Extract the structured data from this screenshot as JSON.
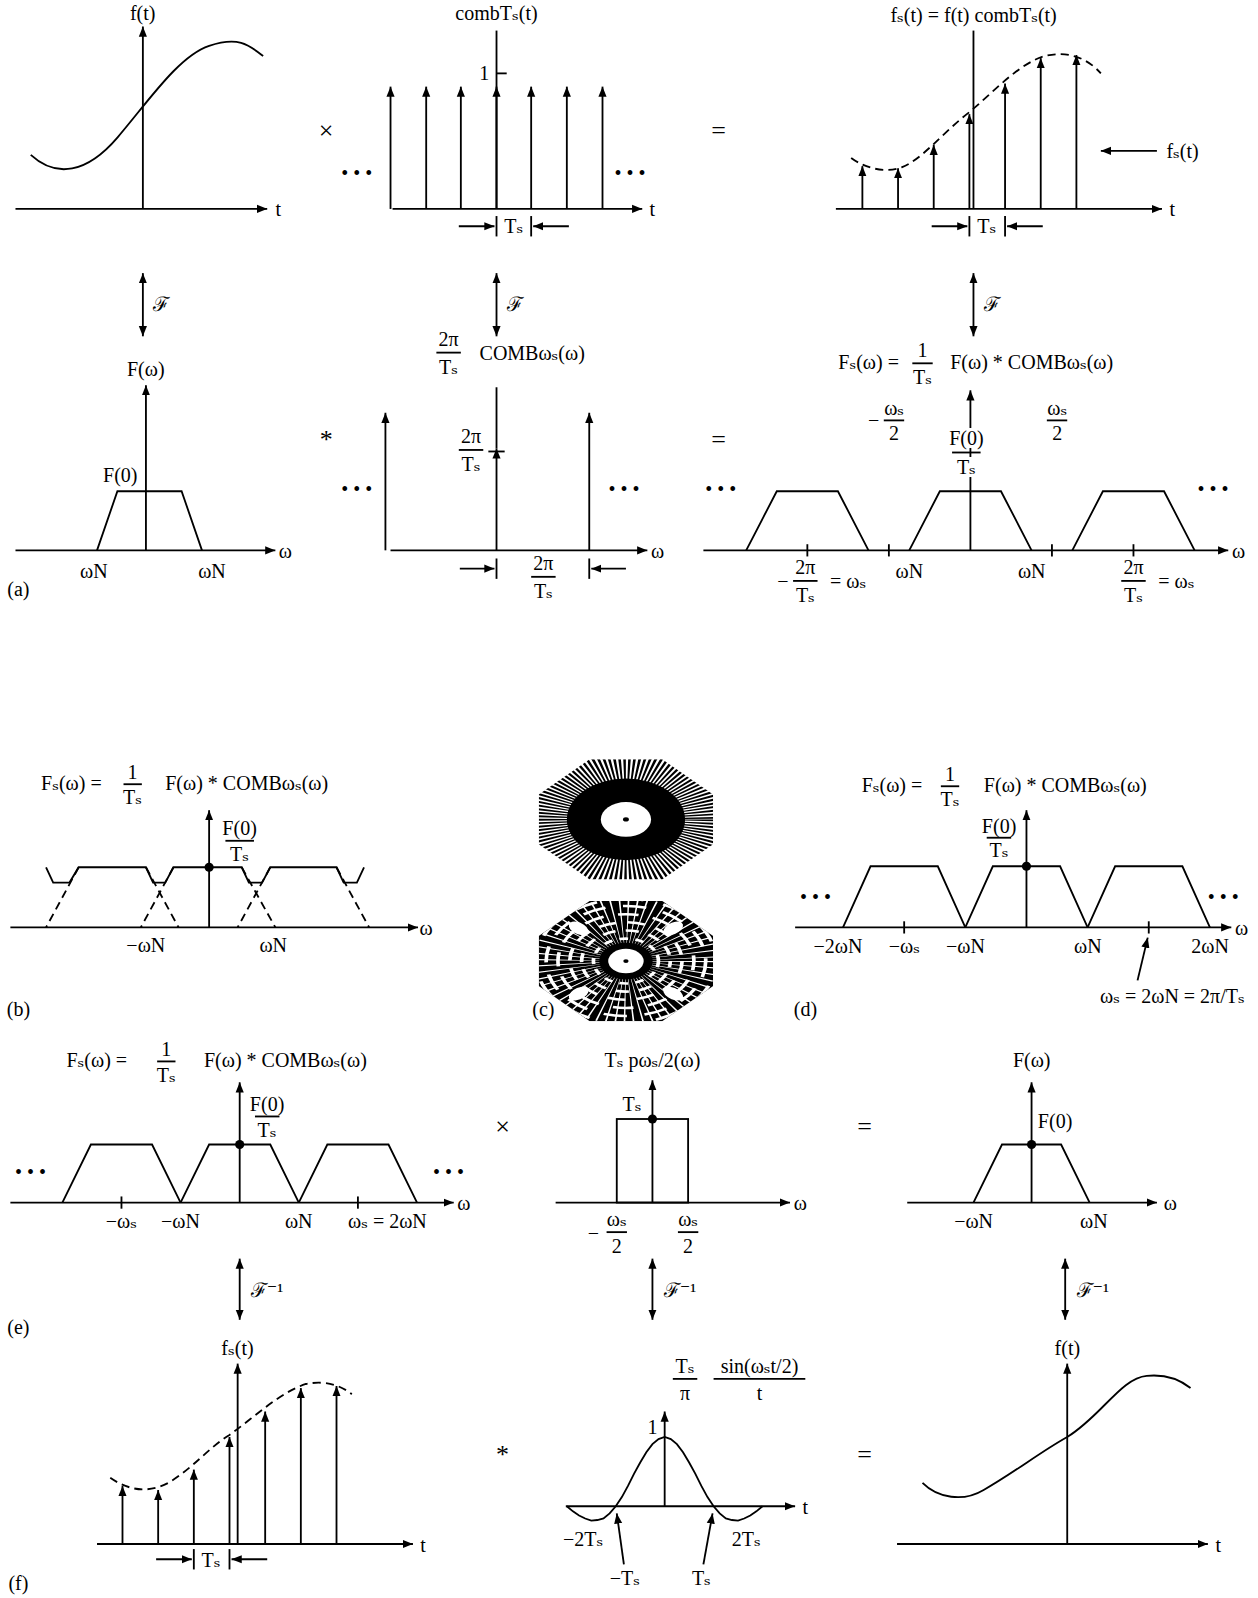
{
  "diagram": {
    "labels": [
      "f(t)",
      "t",
      "×",
      "combTₛ(t)",
      "1",
      "• • •",
      "• • •",
      "t",
      "Tₛ",
      "=",
      "fₛ(t) = f(t) combTₛ(t)",
      "fₛ(t)",
      "t",
      "Tₛ",
      "ℱ",
      "ℱ",
      "ℱ",
      "F(ω)",
      "F(0)",
      "ω",
      "ωN",
      "ωN",
      "*",
      "2π",
      "Tₛ",
      "COMBωₛ(ω)",
      "2π",
      "Tₛ",
      "• • •",
      "• • •",
      "ω",
      "2π",
      "Tₛ",
      "=",
      "Fₛ(ω) =",
      "1",
      "Tₛ",
      "F(ω) * COMBωₛ(ω)",
      "F(0)",
      "Tₛ",
      "• • •",
      "• • •",
      "ω",
      "−",
      "ωₛ",
      "2",
      "ωₛ",
      "2",
      "ωN",
      "ωN",
      "−",
      "2π",
      "Tₛ",
      "= ωₛ",
      "2π",
      "Tₛ",
      "= ωₛ",
      "(a)",
      "Fₛ(ω) =",
      "1",
      "Tₛ",
      "F(ω) * COMBωₛ(ω)",
      "F(0)",
      "Tₛ",
      "ω",
      "−ωN",
      "ωN",
      "(b)",
      "(c)",
      "Fₛ(ω) =",
      "1",
      "Tₛ",
      "F(ω) * COMBωₛ(ω)",
      "F(0)",
      "Tₛ",
      "• • •",
      "• • •",
      "ω",
      "−2ωN",
      "−ωₛ",
      "−ωN",
      "ωN",
      "2ωN",
      "ωₛ = 2ωN = 2π/Tₛ",
      "(d)",
      "Fₛ(ω) =",
      "1",
      "Tₛ",
      "F(ω) * COMBωₛ(ω)",
      "F(0)",
      "Tₛ",
      "• • •",
      "• • •",
      "ω",
      "−ωₛ",
      "−ωN",
      "ωN",
      "ωₛ = 2ωN",
      "(e)",
      "×",
      "Tₛ pωₛ/2(ω)",
      "Tₛ",
      "ω",
      "−",
      "ωₛ",
      "2",
      "ωₛ",
      "2",
      "=",
      "F(ω)",
      "F(0)",
      "ω",
      "−ωN",
      "ωN",
      "ℱ⁻¹",
      "ℱ⁻¹",
      "ℱ⁻¹",
      "fₛ(t)",
      "t",
      "Tₛ",
      "(f)",
      "*",
      "Tₛ",
      "π",
      "sin(ωₛt/2)",
      "t",
      "1",
      "t",
      "−2Tₛ",
      "2Tₛ",
      "−Tₛ",
      "Tₛ",
      "=",
      "f(t)",
      "t"
    ]
  }
}
